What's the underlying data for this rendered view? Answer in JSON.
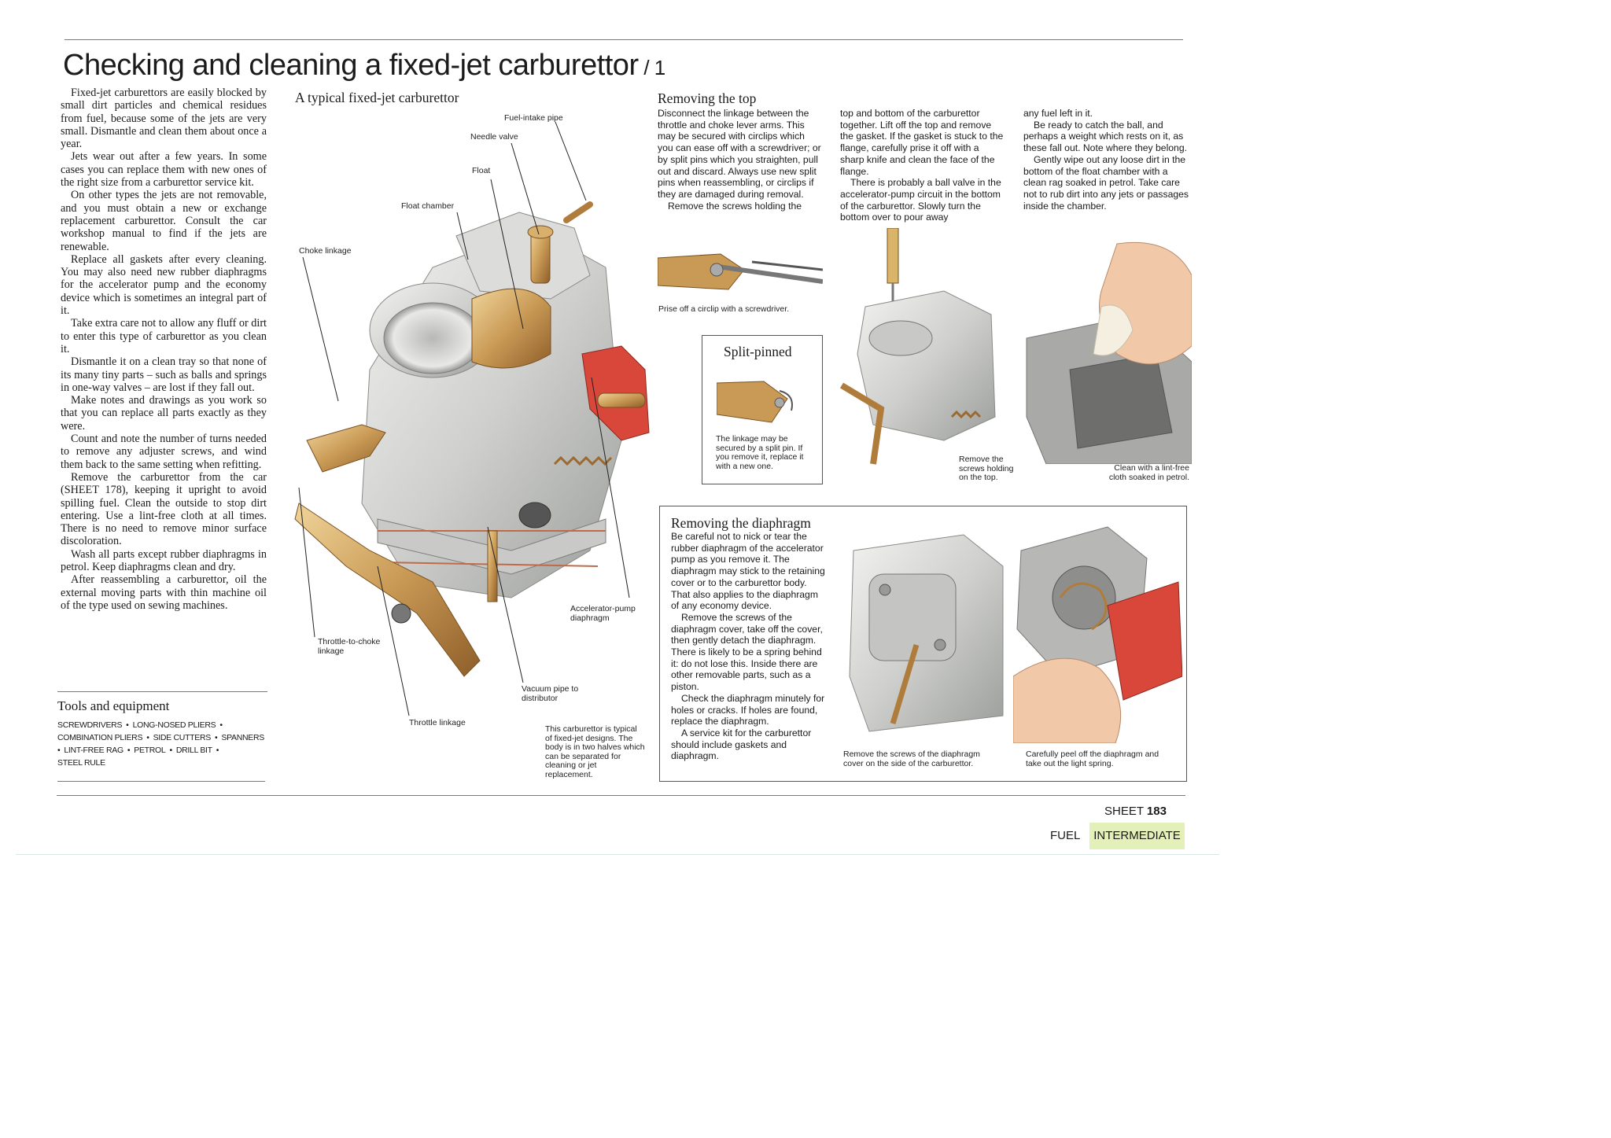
{
  "page": {
    "title": "Checking and cleaning a fixed-jet carburettor",
    "title_part": " / 1"
  },
  "intro": [
    "Fixed-jet carburettors are easily blocked by small dirt particles and chemical residues from fuel, because some of the jets are very small. Dismantle and clean them about once a year.",
    "Jets wear out after a few years. In some cases you can replace them with new ones of the right size from a carburettor service kit.",
    "On other types the jets are not removable, and you must obtain a new or exchange replacement carburettor. Consult the car workshop manual to find if the jets are renewable.",
    "Replace all gaskets after every cleaning. You may also need new rubber diaphragms for the accelerator pump and the economy device which is sometimes an integral part of it.",
    "Take extra care not to allow any fluff or dirt to enter this type of carburettor as you clean it.",
    "Dismantle it on a clean tray so that none of its many tiny parts – such as balls and springs in one-way valves – are lost if they fall out.",
    "Make notes and drawings as you work so that you can replace all parts exactly as they were.",
    "Count and note the number of turns needed to remove any adjuster screws, and wind them back to the same setting when refitting.",
    "Remove the carburettor from the car (SHEET 178), keeping it upright to avoid spilling fuel. Clean the outside to stop dirt entering. Use a lint-free cloth at all times. There is no need to remove minor surface discoloration.",
    "Wash all parts except rubber diaphragms in petrol. Keep diaphragms clean and dry.",
    "After reassembling a carburettor, oil the external moving parts with thin machine oil of the type used on sewing machines."
  ],
  "tools": {
    "heading": "Tools and equipment",
    "items": [
      "SCREWDRIVERS",
      "LONG-NOSED PLIERS",
      "COMBINATION PLIERS",
      "SIDE CUTTERS",
      "SPANNERS",
      "LINT-FREE RAG",
      "PETROL",
      "DRILL BIT",
      "STEEL RULE"
    ]
  },
  "diagram": {
    "heading": "A typical fixed-jet carburettor",
    "labels": {
      "fuel_intake_pipe": "Fuel-intake pipe",
      "needle_valve": "Needle valve",
      "float": "Float",
      "float_chamber": "Float chamber",
      "choke_linkage": "Choke linkage",
      "accelerator_pump_diaphragm": "Accelerator-pump diaphragm",
      "throttle_to_choke_linkage": "Throttle-to-choke linkage",
      "vacuum_pipe": "Vacuum pipe to distributor",
      "throttle_linkage": "Throttle linkage"
    },
    "caption": "This carburettor is typical of fixed-jet designs. The body is in two halves which can be separated for cleaning or jet replacement."
  },
  "removing_top": {
    "heading": "Removing the top",
    "col1": [
      "Disconnect the linkage between the throttle and choke lever arms. This may be secured with circlips which you can ease off with a screwdriver; or by split pins which you straighten, pull out and discard. Always use new split pins when reassembling, or circlips if they are damaged during removal.",
      "Remove the screws holding the"
    ],
    "col2": [
      "top and bottom of the carburettor together. Lift off the top and remove the gasket. If the gasket is stuck to the flange, carefully prise it off with a sharp knife and clean the face of the flange.",
      "There is probably a ball valve in the accelerator-pump circuit in the bottom of the carburettor. Slowly turn the bottom over to pour away"
    ],
    "col3": [
      "any fuel left in it.",
      "Be ready to catch the ball, and perhaps a weight which rests on it, as these fall out. Note where they belong.",
      "Gently wipe out any loose dirt in the bottom of the float chamber with a clean rag soaked in petrol. Take care not to rub dirt into any jets or passages inside the chamber."
    ],
    "caption_circlip": "Prise off a circlip with a screwdriver.",
    "caption_screws": "Remove the screws holding on the top.",
    "caption_clean": "Clean with a lint-free cloth soaked in petrol.",
    "split_pinned": {
      "heading": "Split-pinned",
      "caption": "The linkage may be secured by a split pin. If you remove it, replace it with a new one."
    }
  },
  "removing_diaphragm": {
    "heading": "Removing the diaphragm",
    "paragraphs": [
      "Be careful not to nick or tear the rubber diaphragm of the accelerator pump as you remove it. The diaphragm may stick to the retaining cover or to the carburettor body. That also applies to the diaphragm of any economy device.",
      "Remove the screws of the diaphragm cover, take off the cover, then gently detach the diaphragm. There is likely to be a spring behind it: do not lose this. Inside there are other removable parts, such as a piston.",
      "Check the diaphragm minutely for holes or cracks. If holes are found, replace the diaphragm.",
      "A service kit for the carburettor should include gaskets and diaphragm."
    ],
    "caption_cover": "Remove the screws of the diaphragm cover on the side of the carburettor.",
    "caption_peel": "Carefully peel off the diaphragm and take out the light spring."
  },
  "footer": {
    "sheet_label": "SHEET",
    "sheet_number": "183",
    "category": "FUEL",
    "level": "INTERMEDIATE",
    "level_color": "#e3f0b9"
  }
}
